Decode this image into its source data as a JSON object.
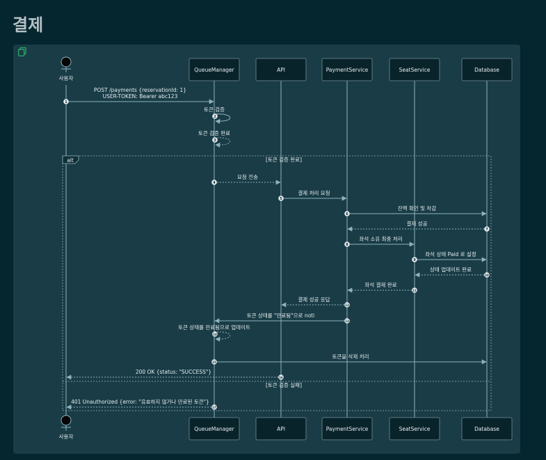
{
  "page": {
    "title": "결제"
  },
  "colors": {
    "background": "#05252f",
    "panel": "#193c46",
    "participant_box": "#09232b",
    "participant_border": "#5f7a82",
    "text": "#e6edf0",
    "line": "#8fb3bd",
    "number_badge": "#e6edf0",
    "copy_icon": "#2fb36a"
  },
  "icons": {
    "copy": "copy-icon",
    "actor": "actor-icon"
  },
  "actor": {
    "label": "사용자"
  },
  "participants": [
    "QueueManager",
    "API",
    "PaymentService",
    "SeatService",
    "Database"
  ],
  "alt": {
    "tag": "alt",
    "condition": "[토큰 검증 완료]",
    "else_condition": "[토큰 검증 실패]"
  },
  "messages": [
    {
      "n": "1",
      "from": "user",
      "to": "QueueManager",
      "type": "solid",
      "lines": [
        "POST /payments {reservationId: 1}",
        "USER-TOKEN: Bearer abc123"
      ]
    },
    {
      "n": "2",
      "from": "QueueManager",
      "to": "QueueManager",
      "type": "self-solid",
      "lines": [
        "토큰 검증"
      ]
    },
    {
      "n": "3",
      "from": "QueueManager",
      "to": "QueueManager",
      "type": "self-dashed",
      "lines": [
        "토큰 검증 완료"
      ]
    },
    {
      "n": "4",
      "from": "QueueManager",
      "to": "API",
      "type": "dashed",
      "lines": [
        "요청 전송"
      ]
    },
    {
      "n": "5",
      "from": "API",
      "to": "PaymentService",
      "type": "solid",
      "lines": [
        "결제 처리 요청"
      ]
    },
    {
      "n": "6",
      "from": "PaymentService",
      "to": "Database",
      "type": "solid",
      "lines": [
        "잔액 확인 및 차감"
      ]
    },
    {
      "n": "7",
      "from": "Database",
      "to": "PaymentService",
      "type": "dashed",
      "lines": [
        "결제 성공"
      ]
    },
    {
      "n": "8",
      "from": "PaymentService",
      "to": "SeatService",
      "type": "solid",
      "lines": [
        "좌석 소유 최종 처리"
      ]
    },
    {
      "n": "9",
      "from": "SeatService",
      "to": "Database",
      "type": "solid",
      "lines": [
        "좌석 상태 Paid 로 설정"
      ]
    },
    {
      "n": "10",
      "from": "Database",
      "to": "SeatService",
      "type": "dashed",
      "lines": [
        "상태 업데이트 완료"
      ]
    },
    {
      "n": "11",
      "from": "SeatService",
      "to": "PaymentService",
      "type": "dashed",
      "lines": [
        "좌석 결제 완료"
      ]
    },
    {
      "n": "12",
      "from": "PaymentService",
      "to": "API",
      "type": "dashed",
      "lines": [
        "결제 성공 응답"
      ]
    },
    {
      "n": "13",
      "from": "PaymentService",
      "to": "QueueManager",
      "type": "solid",
      "lines": [
        "토큰 상태를 \"만료됨\"으로 noti"
      ]
    },
    {
      "n": "14",
      "from": "QueueManager",
      "to": "QueueManager",
      "type": "self-dashed",
      "lines": [
        "토큰 상태를 만료됨으로 업데이트"
      ]
    },
    {
      "n": "15",
      "from": "QueueManager",
      "to": "Database",
      "type": "solid",
      "lines": [
        "토큰을 삭제 처리"
      ]
    },
    {
      "n": "16",
      "from": "API",
      "to": "user",
      "type": "dashed",
      "lines": [
        "200 OK {status: \"SUCCESS\"}"
      ]
    },
    {
      "n": "17",
      "from": "QueueManager",
      "to": "user",
      "type": "dashed",
      "lines": [
        "401 Unauthorized {error: \"유효하지 않거나 만료된 토큰\"}"
      ]
    }
  ]
}
